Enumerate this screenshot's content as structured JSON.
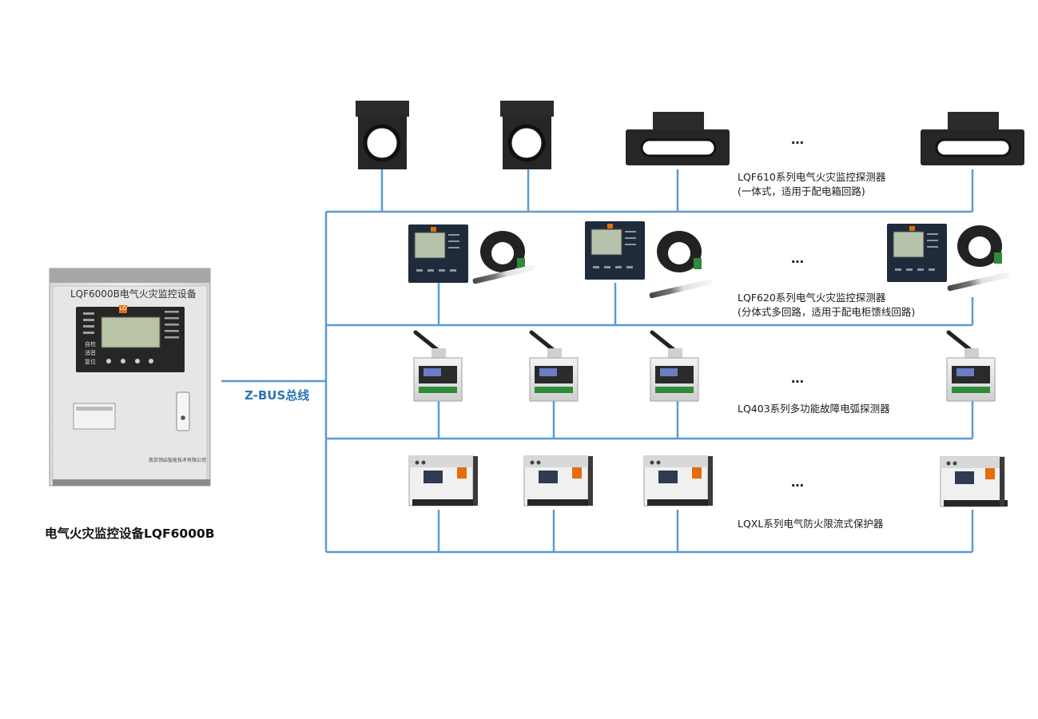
{
  "controller": {
    "panel_title": "LQF6000B电气火灾监控设备",
    "company": "南京领启智能技术有限公司",
    "logo": "LQ",
    "caption": "电气火灾监控设备LQF6000B",
    "left_keys": [
      "",
      "",
      "",
      ""
    ],
    "right_keys": [
      "",
      "",
      "",
      "",
      ""
    ],
    "nav_keys": [
      "自检",
      "消音",
      "复位"
    ]
  },
  "bus": {
    "label": "Z-BUS总线",
    "color": "#5b9bd5"
  },
  "rows": [
    {
      "name": "LQF610系列电气火灾监控探测器",
      "desc": "(一体式，适用于配电箱回路)",
      "dots": "…"
    },
    {
      "name": "LQF620系列电气火灾监控探测器",
      "desc": "(分体式多回路，适用于配电柜馈线回路)",
      "dots": "…"
    },
    {
      "name": "LQ403系列多功能故障电弧探测器",
      "desc": "",
      "dots": "…"
    },
    {
      "name": "LQXL系列电气防火限流式保护器",
      "desc": "",
      "dots": "…"
    }
  ],
  "colors": {
    "accent": "#e46c0a",
    "line": "#5b9bd5",
    "label_blue": "#2e75b6"
  }
}
